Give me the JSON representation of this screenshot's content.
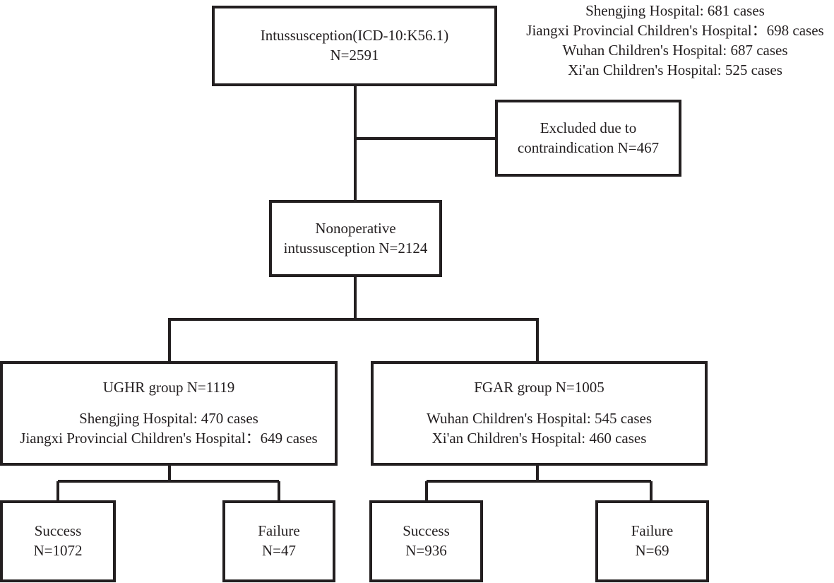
{
  "figure": {
    "type": "flowchart",
    "title": "Patient enrollment flow diagram for intussusception reduction study"
  },
  "legend": {
    "name": "total-cohort-hospital-breakdown",
    "lines": [
      "Shengjing Hospital: 681 cases",
      "Jiangxi Provincial Children's Hospital：698 cases",
      "Wuhan Children's Hospital: 687 cases",
      "Xi'an Children's Hospital: 525 cases"
    ]
  },
  "nodes": {
    "enrolled": {
      "name": "enrolled-box",
      "lines": [
        "Intussusception(ICD-10:K56.1)",
        "N=2591"
      ]
    },
    "excluded": {
      "name": "excluded-box",
      "lines": [
        "Excluded due to",
        "contraindication N=467"
      ]
    },
    "nonoperative": {
      "name": "nonoperative-box",
      "lines": [
        "Nonoperative",
        "intussusception N=2124"
      ]
    },
    "ughr_group": {
      "name": "ughr-group-box",
      "heading": "UGHR group N=1119",
      "lines": [
        "Shengjing Hospital: 470 cases",
        "Jiangxi Provincial Children's Hospital：649 cases"
      ]
    },
    "fgar_group": {
      "name": "fgar-group-box",
      "heading": "FGAR group N=1005",
      "lines": [
        "Wuhan Children's Hospital: 545 cases",
        "Xi'an Children's Hospital: 460 cases"
      ]
    },
    "ughr_success": {
      "name": "ughr-success-box",
      "lines": [
        "Success",
        "N=1072"
      ]
    },
    "ughr_failure": {
      "name": "ughr-failure-box",
      "lines": [
        "Failure",
        "N=47"
      ]
    },
    "fgar_success": {
      "name": "fgar-success-box",
      "lines": [
        "Success",
        "N=936"
      ]
    },
    "fgar_failure": {
      "name": "fgar-failure-box",
      "lines": [
        "Failure",
        "N=69"
      ]
    }
  },
  "chart_data": {
    "type": "flowchart",
    "title": "Intussusception non-operative reduction cohort flow",
    "counts": {
      "total_intussusception": 2591,
      "excluded_contraindication": 467,
      "nonoperative_intussusception": 2124,
      "ughr_group": 1119,
      "fgar_group": 1005,
      "ughr_success": 1072,
      "ughr_failure": 47,
      "fgar_success": 936,
      "fgar_failure": 69
    },
    "total_by_hospital": {
      "Shengjing Hospital": 681,
      "Jiangxi Provincial Children's Hospital": 698,
      "Wuhan Children's Hospital": 687,
      "Xi'an Children's Hospital": 525
    },
    "ughr_by_hospital": {
      "Shengjing Hospital": 470,
      "Jiangxi Provincial Children's Hospital": 649
    },
    "fgar_by_hospital": {
      "Wuhan Children's Hospital": 545,
      "Xi'an Children's Hospital": 460
    },
    "colors": {
      "stroke": "#231f20",
      "fill": "#ffffff",
      "text": "#231f20"
    }
  }
}
